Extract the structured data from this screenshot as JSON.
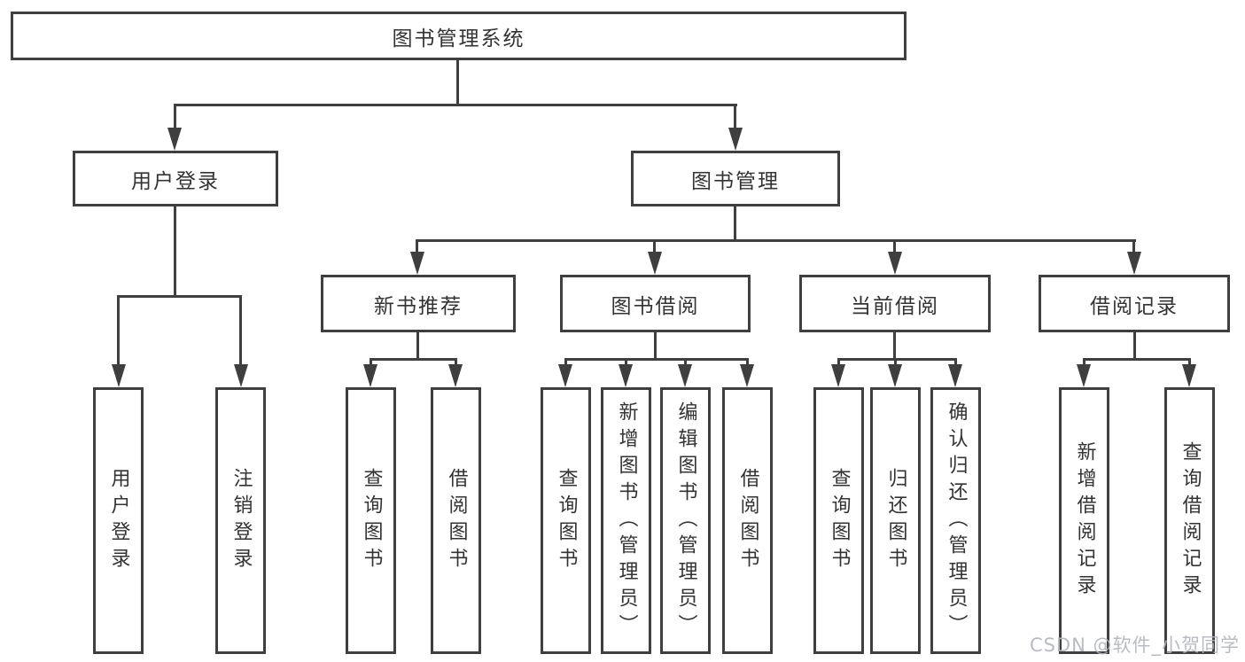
{
  "colors": {
    "line": "#3f3f3f",
    "box_border": "#3f3f3f",
    "text": "#333333",
    "background": "#ffffff",
    "watermark": "#b2b6bd"
  },
  "watermark": {
    "text": "CSDN @软件_小贺同学"
  },
  "tree": {
    "root": {
      "label": "图书管理系统",
      "children": [
        {
          "label": "用户登录",
          "children": [
            {
              "label": "用户登录"
            },
            {
              "label": "注销登录"
            }
          ]
        },
        {
          "label": "图书管理",
          "children": [
            {
              "label": "新书推荐",
              "children": [
                {
                  "label": "查询图书"
                },
                {
                  "label": "借阅图书"
                }
              ]
            },
            {
              "label": "图书借阅",
              "children": [
                {
                  "label": "查询图书"
                },
                {
                  "label": "新增图书（管理员）"
                },
                {
                  "label": "编辑图书（管理员）"
                },
                {
                  "label": "借阅图书"
                }
              ]
            },
            {
              "label": "当前借阅",
              "children": [
                {
                  "label": "查询图书"
                },
                {
                  "label": "归还图书"
                },
                {
                  "label": "确认归还（管理员）"
                }
              ]
            },
            {
              "label": "借阅记录",
              "children": [
                {
                  "label": "新增借阅记录"
                },
                {
                  "label": "查询借阅记录"
                }
              ]
            }
          ]
        }
      ]
    }
  }
}
